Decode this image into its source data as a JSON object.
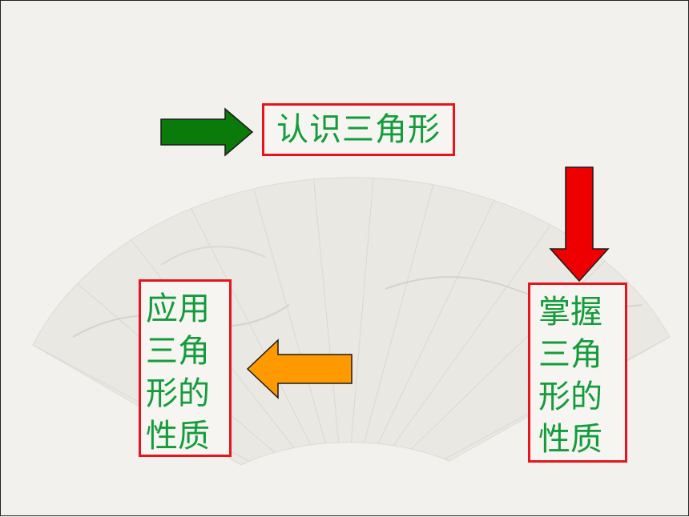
{
  "slide": {
    "step1": "认识三角形",
    "step2": "掌握三角形的性质",
    "step3": "应用三角形的性质"
  },
  "colors": {
    "box_border": "#e8141c",
    "text": "#149c3c",
    "arrow_green": "#0a7a0a",
    "arrow_red": "#ee0000",
    "arrow_orange": "#ff9900"
  },
  "icons": {
    "arrow1": "arrow-right-icon",
    "arrow2": "arrow-down-icon",
    "arrow3": "arrow-left-icon",
    "background": "folding-fan-landscape"
  }
}
